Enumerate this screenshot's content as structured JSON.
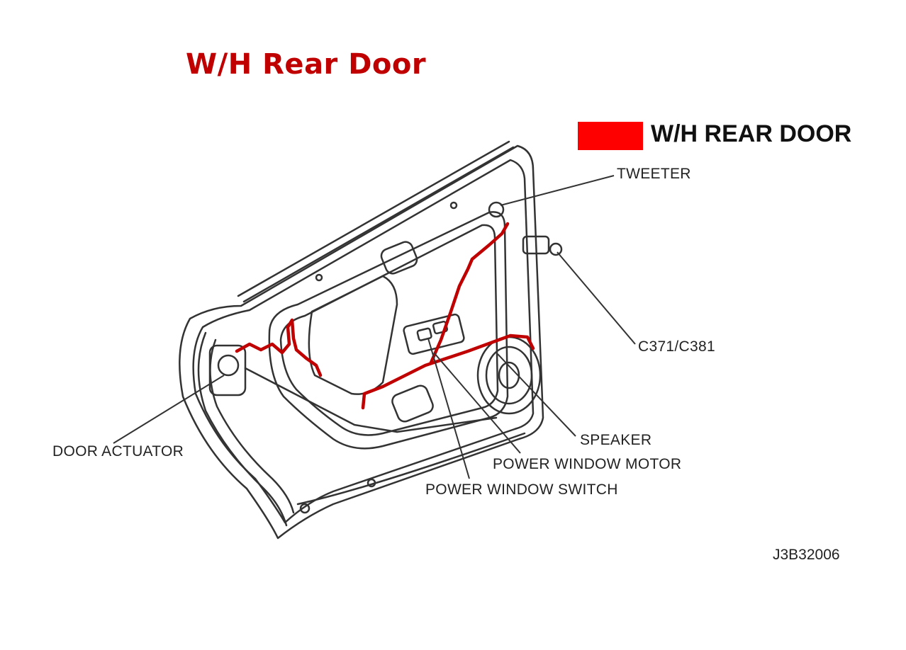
{
  "title": "W/H Rear Door",
  "legend": {
    "label": "W/H REAR DOOR",
    "swatch_color": "#ff0000"
  },
  "callouts": {
    "tweeter": "TWEETER",
    "connector": "C371/C381",
    "door_actuator": "DOOR ACTUATOR",
    "speaker": "SPEAKER",
    "power_window_motor": "POWER WINDOW MOTOR",
    "power_window_switch": "POWER WINDOW SWITCH"
  },
  "figure_ref": "J3B32006",
  "colors": {
    "title": "#c00000",
    "harness": "#c00000",
    "line_art": "#333333"
  }
}
